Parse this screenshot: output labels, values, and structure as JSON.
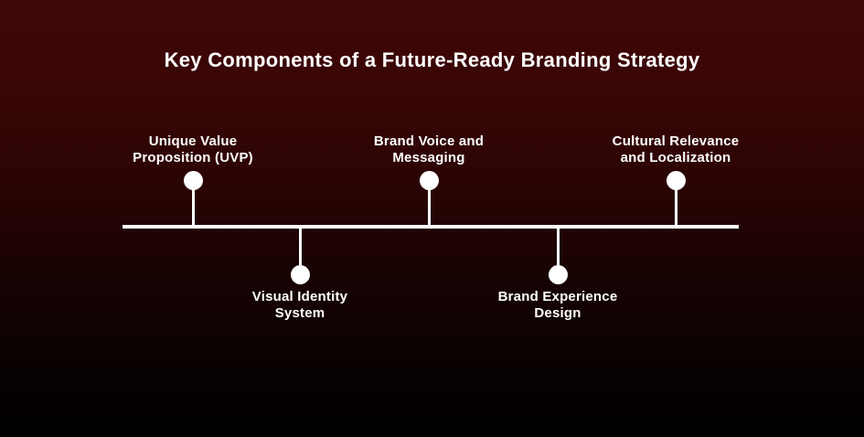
{
  "header": {
    "title": "Key Components of a Future-Ready Branding Strategy"
  },
  "timeline": {
    "items": [
      {
        "label": "Unique Value Proposition (UVP)",
        "line1": "Unique Value",
        "line2": "Proposition (UVP)",
        "side": "above"
      },
      {
        "label": "Brand Voice and Messaging",
        "line1": "Brand Voice and",
        "line2": "Messaging",
        "side": "above"
      },
      {
        "label": "Cultural Relevance and Localization",
        "line1": "Cultural Relevance",
        "line2": "and Localization",
        "side": "above"
      },
      {
        "label": "Visual Identity System",
        "line1": "Visual Identity",
        "line2": "System",
        "side": "below"
      },
      {
        "label": "Brand Experience Design",
        "line1": "Brand Experience",
        "line2": "Design",
        "side": "below"
      }
    ]
  },
  "colors": {
    "text": "#ffffff",
    "line": "#ffffff",
    "node_fill": "#ffffff",
    "background_top": "#400707",
    "background_bottom": "#000000"
  }
}
